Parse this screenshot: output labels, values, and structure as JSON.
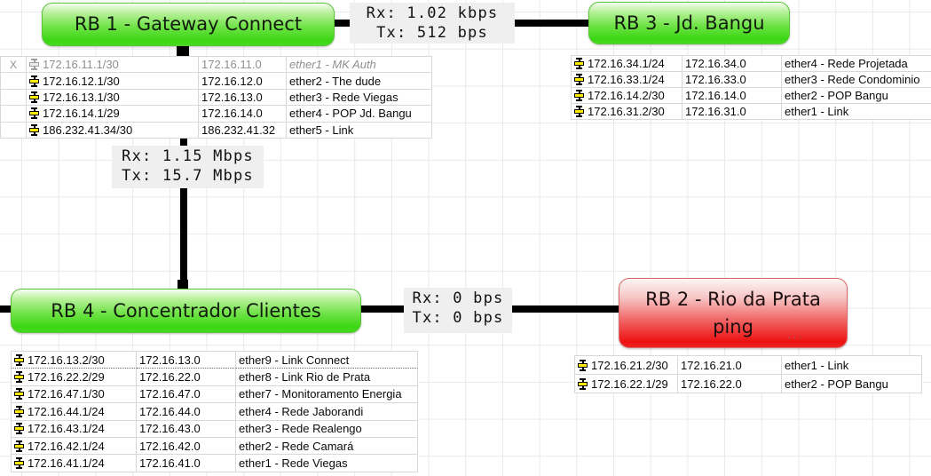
{
  "nodes": {
    "rb1": {
      "label": "RB 1 - Gateway Connect",
      "status": "up"
    },
    "rb3": {
      "label": "RB 3 - Jd. Bangu",
      "status": "up"
    },
    "rb4": {
      "label": "RB 4 - Concentrador Clientes",
      "status": "up"
    },
    "rb2": {
      "label": "RB 2 - Rio da Prata",
      "failed_service": "ping",
      "status": "down"
    }
  },
  "links": {
    "rb1_rb3": {
      "rx": "Rx: 1.02 kbps",
      "tx": "Tx: 512 bps"
    },
    "rb1_rb4": {
      "rx": "Rx: 1.15 Mbps",
      "tx": "Tx: 15.7 Mbps"
    },
    "rb4_rb2": {
      "rx": "Rx: 0 bps",
      "tx": "Tx: 0 bps"
    }
  },
  "tables": {
    "rb1": {
      "has_x_col": true,
      "rows": [
        {
          "removed": "X",
          "address": "172.16.11.1/30",
          "network": "172.16.11.0",
          "interface": "ether1 -  MK Auth",
          "disabled": true
        },
        {
          "address": "172.16.12.1/30",
          "network": "172.16.12.0",
          "interface": "ether2 - The dude"
        },
        {
          "address": "172.16.13.1/30",
          "network": "172.16.13.0",
          "interface": "ether3 - Rede Viegas"
        },
        {
          "address": "172.16.14.1/29",
          "network": "172.16.14.0",
          "interface": "ether4 - POP Jd. Bangu"
        },
        {
          "address": "186.232.41.34/30",
          "network": "186.232.41.32",
          "interface": "ether5 - Link"
        }
      ]
    },
    "rb3": {
      "rows": [
        {
          "address": "172.16.34.1/24",
          "network": "172.16.34.0",
          "interface": "ether4 - Rede Projetada"
        },
        {
          "address": "172.16.33.1/24",
          "network": "172.16.33.0",
          "interface": "ether3 - Rede Condominio"
        },
        {
          "address": "172.16.14.2/30",
          "network": "172.16.14.0",
          "interface": "ether2 - POP Bangu"
        },
        {
          "address": "172.16.31.2/30",
          "network": "172.16.31.0",
          "interface": "ether1 - Link"
        }
      ]
    },
    "rb4": {
      "divider_after_first": true,
      "rows": [
        {
          "address": "172.16.13.2/30",
          "network": "172.16.13.0",
          "interface": "ether9 - Link Connect"
        },
        {
          "address": "172.16.22.2/29",
          "network": "172.16.22.0",
          "interface": "ether8 - Link Rio de Prata"
        },
        {
          "address": "172.16.47.1/30",
          "network": "172.16.47.0",
          "interface": "ether7 - Monitoramento Energia"
        },
        {
          "address": "172.16.44.1/24",
          "network": "172.16.44.0",
          "interface": "ether4 - Rede Jaborandi"
        },
        {
          "address": "172.16.43.1/24",
          "network": "172.16.43.0",
          "interface": "ether3 - Rede Realengo"
        },
        {
          "address": "172.16.42.1/24",
          "network": "172.16.42.0",
          "interface": "ether2 - Rede Camará"
        },
        {
          "address": "172.16.41.1/24",
          "network": "172.16.41.0",
          "interface": "ether1 - Rede Viegas"
        }
      ]
    },
    "rb2": {
      "rows": [
        {
          "address": "172.16.21.2/30",
          "network": "172.16.21.0",
          "interface": "ether1 - Link"
        },
        {
          "address": "172.16.22.1/29",
          "network": "172.16.22.0",
          "interface": "ether2 - POP Bangu"
        }
      ]
    }
  },
  "misc": {
    "ellipsis": "..."
  },
  "colors": {
    "node_up_green": "#3cd714",
    "node_down_red": "#ee1111",
    "link_black": "#000000",
    "traffic_label_bg": "#efefef",
    "grid_line": "#e9e9e9",
    "interface_icon_yellow": "#ffec00"
  }
}
